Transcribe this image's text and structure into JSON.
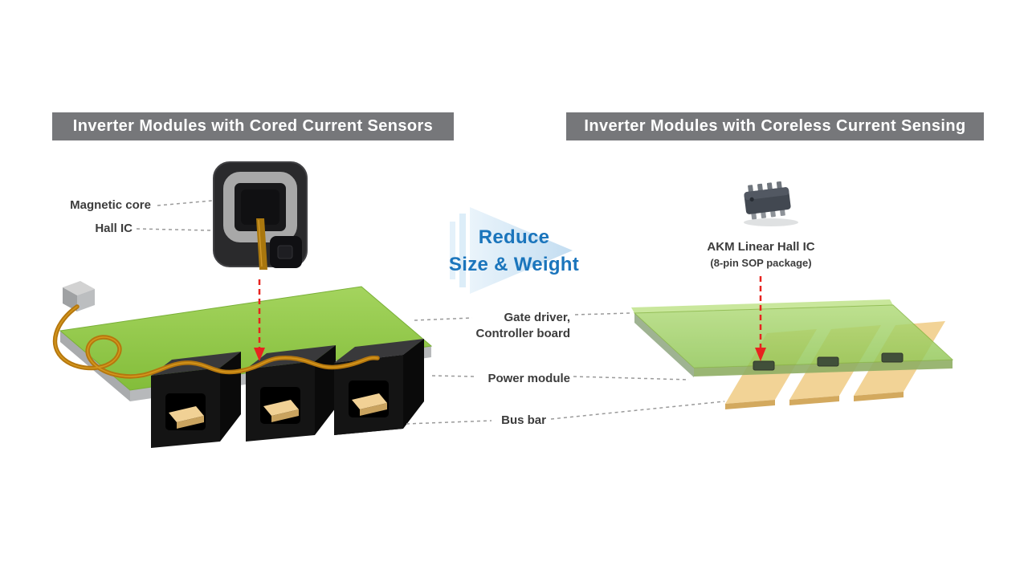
{
  "diagram": {
    "left_header": "Inverter Modules with Cored Current Sensors",
    "right_header": "Inverter Modules with Coreless Current Sensing",
    "left_labels": {
      "magnetic_core": "Magnetic core",
      "hall_ic": "Hall IC"
    },
    "center": {
      "reduce_line1": "Reduce",
      "reduce_line2": "Size & Weight"
    },
    "shared_labels": {
      "gate_driver_line1": "Gate driver,",
      "gate_driver_line2": "Controller board",
      "power_module": "Power module",
      "bus_bar": "Bus bar"
    },
    "right_labels": {
      "akm_ic_line1": "AKM Linear Hall IC",
      "akm_ic_line2": "(8-pin SOP package)"
    },
    "colors": {
      "header_bg": "#76777a",
      "accent_blue": "#1b75bc",
      "arrow_fill": "#d9eaf7",
      "board_green": "#8dc63f",
      "board_green_light": "#b5dd80",
      "bus_bar_gold": "#f1d195",
      "copper_wire": "#b5770e",
      "alert_red": "#e8231f",
      "label_gray": "#3c3c3c"
    }
  }
}
